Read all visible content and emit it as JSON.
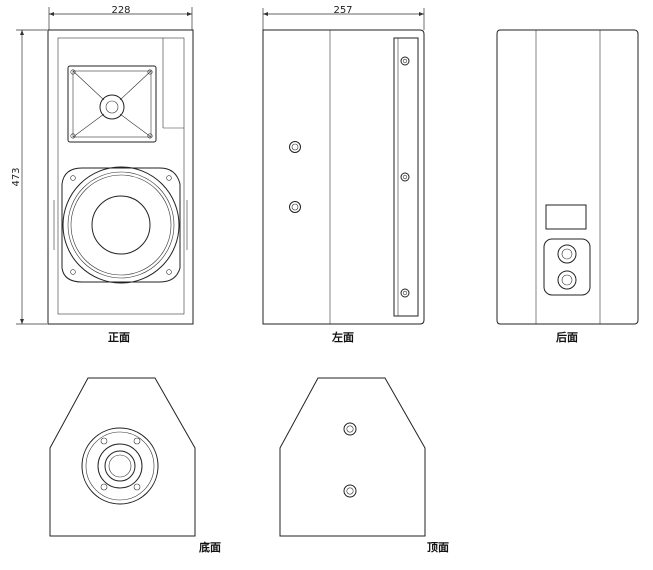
{
  "dimensions": {
    "front_width": "228",
    "side_depth": "257",
    "height": "473"
  },
  "views": {
    "front": "正面",
    "left": "左面",
    "back": "后面",
    "bottom": "底面",
    "top": "顶面"
  }
}
